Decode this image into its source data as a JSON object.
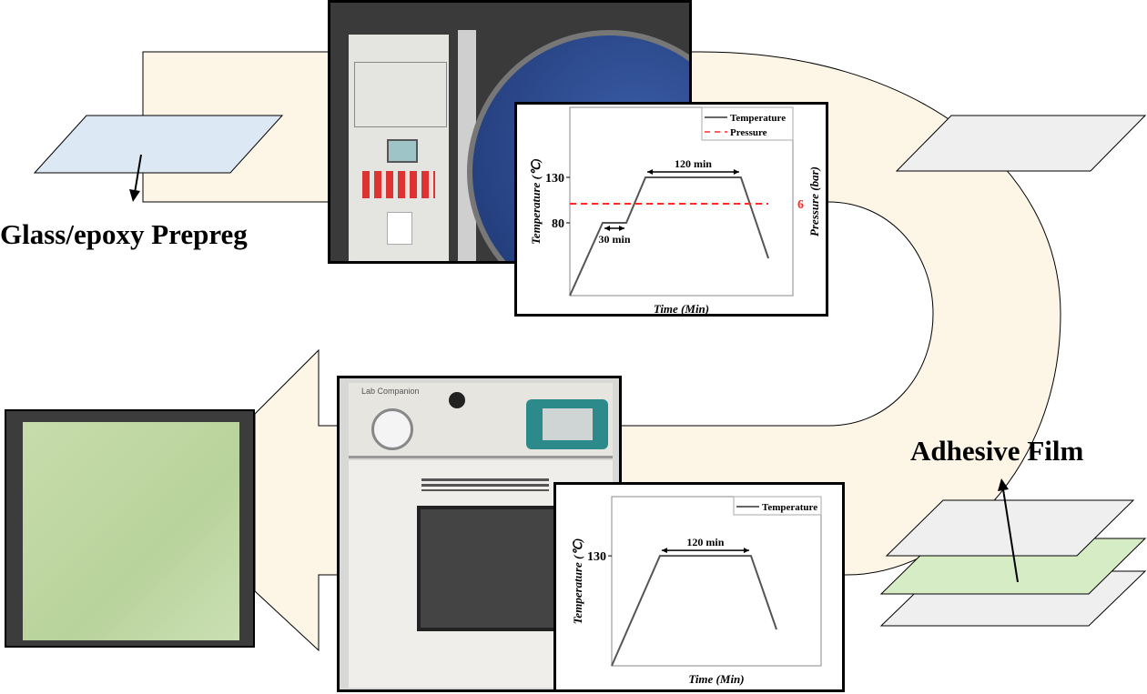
{
  "labels": {
    "prepreg": "Glass/epoxy Prepreg",
    "adhesive": "Adhesive Film"
  },
  "photos": {
    "oven_brand": "Lab Companion"
  },
  "colors": {
    "band": "#fdf5e6",
    "prepreg_sheet": "#dce8f4",
    "film_grey": "#efefef",
    "film_green": "#d6ecc4",
    "pressure": "#ff2a2a"
  },
  "chart_data": [
    {
      "type": "line",
      "title": "",
      "xlabel": "Time (Min)",
      "ylabel": "Temperature (℃)",
      "y2label": "Pressure (bar)",
      "xlim": [
        0,
        100
      ],
      "ylim": [
        0,
        207
      ],
      "y2lim": [
        0,
        12.3
      ],
      "yticks": [
        80,
        130
      ],
      "y2ticks": [
        6
      ],
      "legend": "top-right",
      "series": [
        {
          "name": "Temperature",
          "style": "solid",
          "x": [
            0,
            14.7,
            25.3,
            33.9,
            76.7,
            89
          ],
          "y": [
            0,
            80,
            80,
            130,
            130,
            41
          ]
        },
        {
          "name": "Pressure",
          "style": "dashed",
          "axis": "y2",
          "x": [
            0,
            89
          ],
          "y": [
            6,
            6
          ]
        }
      ],
      "annotations": [
        {
          "text": "30 min",
          "x1": 14.7,
          "x2": 25.3,
          "y": 80,
          "pos": "below"
        },
        {
          "text": "120 min",
          "x1": 33.9,
          "x2": 76.7,
          "y": 130,
          "pos": "above"
        }
      ]
    },
    {
      "type": "line",
      "title": "",
      "xlabel": "Time (Min)",
      "ylabel": "Temperature (℃)",
      "xlim": [
        0,
        100
      ],
      "ylim": [
        0,
        200
      ],
      "yticks": [
        130
      ],
      "legend": "top-right",
      "series": [
        {
          "name": "Temperature",
          "style": "solid",
          "x": [
            0,
            23,
            66.5,
            78.7
          ],
          "y": [
            0,
            130,
            130,
            43
          ]
        }
      ],
      "annotations": [
        {
          "text": "120 min",
          "x1": 23,
          "x2": 66.5,
          "y": 130,
          "pos": "above"
        }
      ]
    }
  ]
}
